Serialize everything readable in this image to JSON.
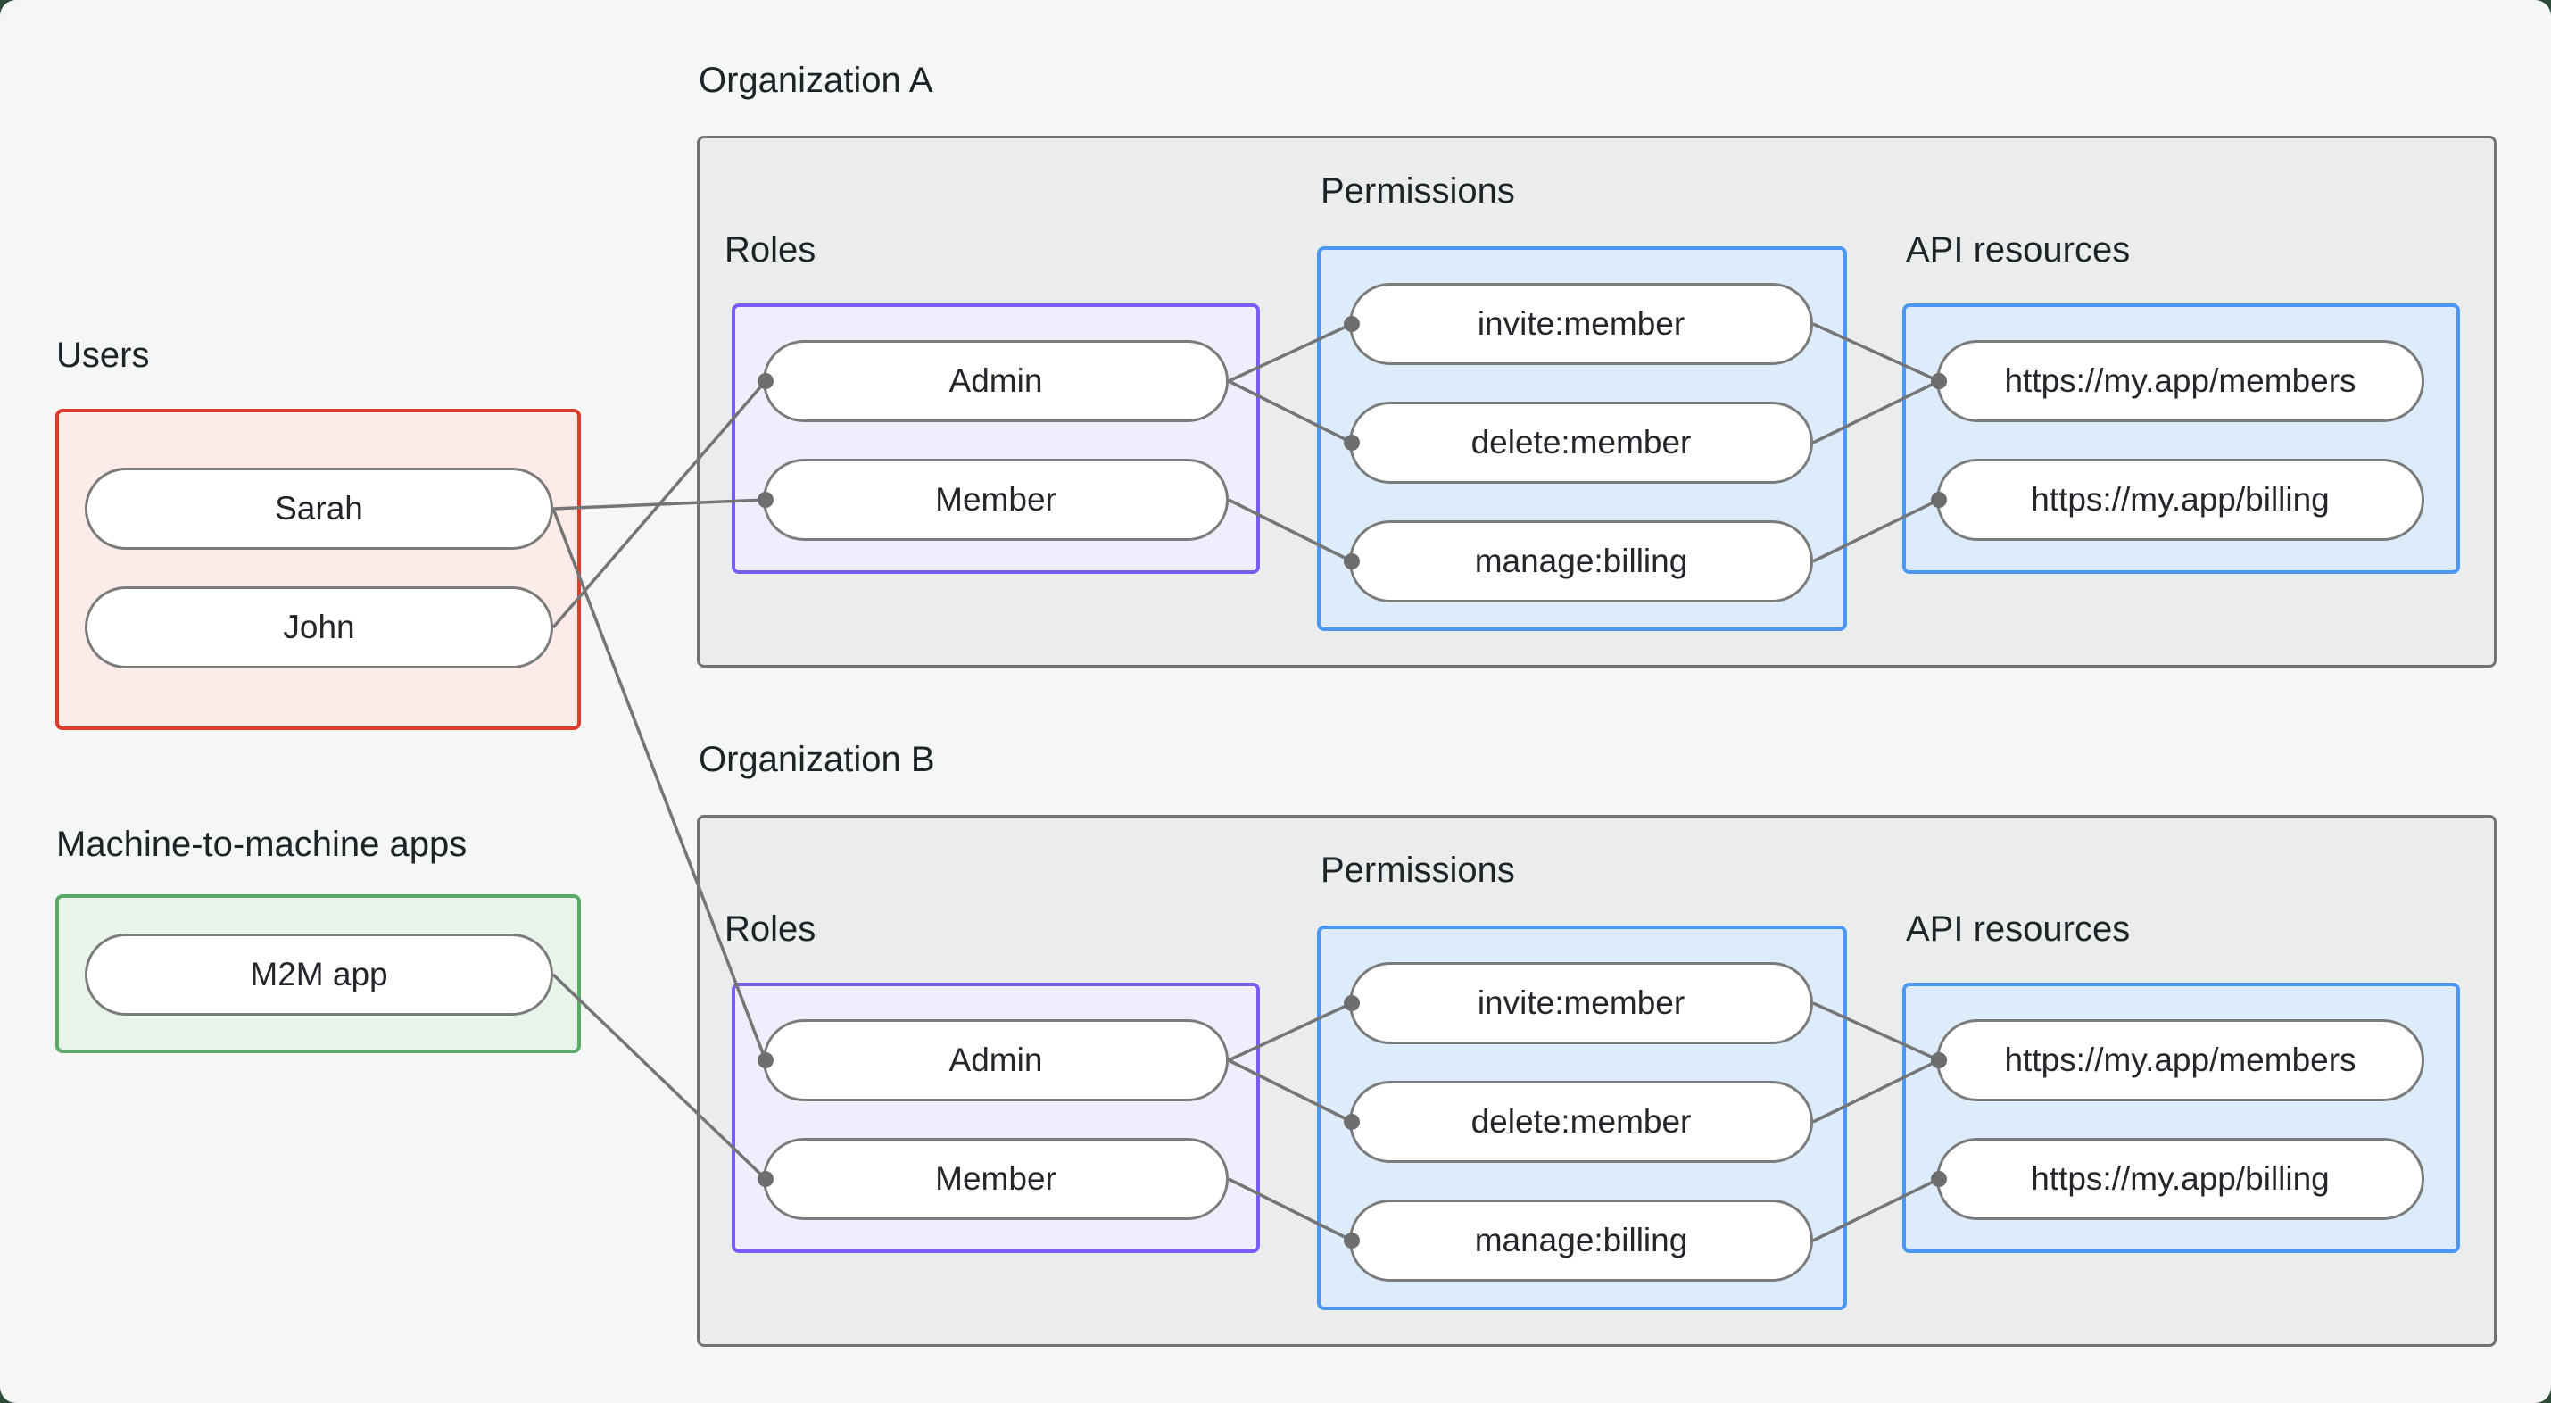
{
  "page": {
    "background": "#f5f7f6",
    "outer_background": "#2e4b3a"
  },
  "colors": {
    "users_accent": "#dd3b2d",
    "users_fill": "#fcebe9",
    "m2m_accent": "#5ca967",
    "m2m_fill": "#e8f4e9",
    "roles_accent": "#7b5bf8",
    "roles_fill": "#f2edfd",
    "blue_accent": "#4d97f4",
    "blue_fill": "#ddecfb",
    "org_box_fill": "#ebedec",
    "org_box_border": "#6f7472",
    "pill_border": "#7b7b7b",
    "connector_line": "#757575",
    "connector_dot": "#6e6e6e",
    "text": "#1e2328"
  },
  "sections": {
    "users": {
      "label": "Users",
      "items": [
        {
          "id": "sarah",
          "label": "Sarah"
        },
        {
          "id": "john",
          "label": "John"
        }
      ]
    },
    "m2m": {
      "label": "Machine-to-machine apps",
      "items": [
        {
          "id": "m2m",
          "label": "M2M app"
        }
      ]
    }
  },
  "organizations": [
    {
      "id": "orgA",
      "label": "Organization A",
      "roles": {
        "label": "Roles",
        "items": [
          {
            "id": "orgA-admin",
            "label": "Admin"
          },
          {
            "id": "orgA-member",
            "label": "Member"
          }
        ]
      },
      "permissions": {
        "label": "Permissions",
        "items": [
          {
            "id": "orgA-invite",
            "label": "invite:member"
          },
          {
            "id": "orgA-delete",
            "label": "delete:member"
          },
          {
            "id": "orgA-manage",
            "label": "manage:billing"
          }
        ]
      },
      "api_resources": {
        "label": "API resources",
        "items": [
          {
            "id": "orgA-members",
            "label": "https://my.app/members"
          },
          {
            "id": "orgA-billing",
            "label": "https://my.app/billing"
          }
        ]
      }
    },
    {
      "id": "orgB",
      "label": "Organization B",
      "roles": {
        "label": "Roles",
        "items": [
          {
            "id": "orgB-admin",
            "label": "Admin"
          },
          {
            "id": "orgB-member",
            "label": "Member"
          }
        ]
      },
      "permissions": {
        "label": "Permissions",
        "items": [
          {
            "id": "orgB-invite",
            "label": "invite:member"
          },
          {
            "id": "orgB-delete",
            "label": "delete:member"
          },
          {
            "id": "orgB-manage",
            "label": "manage:billing"
          }
        ]
      },
      "api_resources": {
        "label": "API resources",
        "items": [
          {
            "id": "orgB-members",
            "label": "https://my.app/members"
          },
          {
            "id": "orgB-billing",
            "label": "https://my.app/billing"
          }
        ]
      }
    }
  ],
  "edges": [
    {
      "from": "sarah",
      "to": "orgA-member"
    },
    {
      "from": "john",
      "to": "orgA-admin"
    },
    {
      "from": "sarah",
      "to": "orgB-admin"
    },
    {
      "from": "m2m",
      "to": "orgB-member"
    },
    {
      "from": "orgA-admin",
      "to": "orgA-invite"
    },
    {
      "from": "orgA-admin",
      "to": "orgA-delete"
    },
    {
      "from": "orgA-member",
      "to": "orgA-manage"
    },
    {
      "from": "orgA-invite",
      "to": "orgA-members"
    },
    {
      "from": "orgA-delete",
      "to": "orgA-members"
    },
    {
      "from": "orgA-manage",
      "to": "orgA-billing"
    },
    {
      "from": "orgB-admin",
      "to": "orgB-invite"
    },
    {
      "from": "orgB-admin",
      "to": "orgB-delete"
    },
    {
      "from": "orgB-member",
      "to": "orgB-manage"
    },
    {
      "from": "orgB-invite",
      "to": "orgB-members"
    },
    {
      "from": "orgB-delete",
      "to": "orgB-members"
    },
    {
      "from": "orgB-manage",
      "to": "orgB-billing"
    }
  ]
}
